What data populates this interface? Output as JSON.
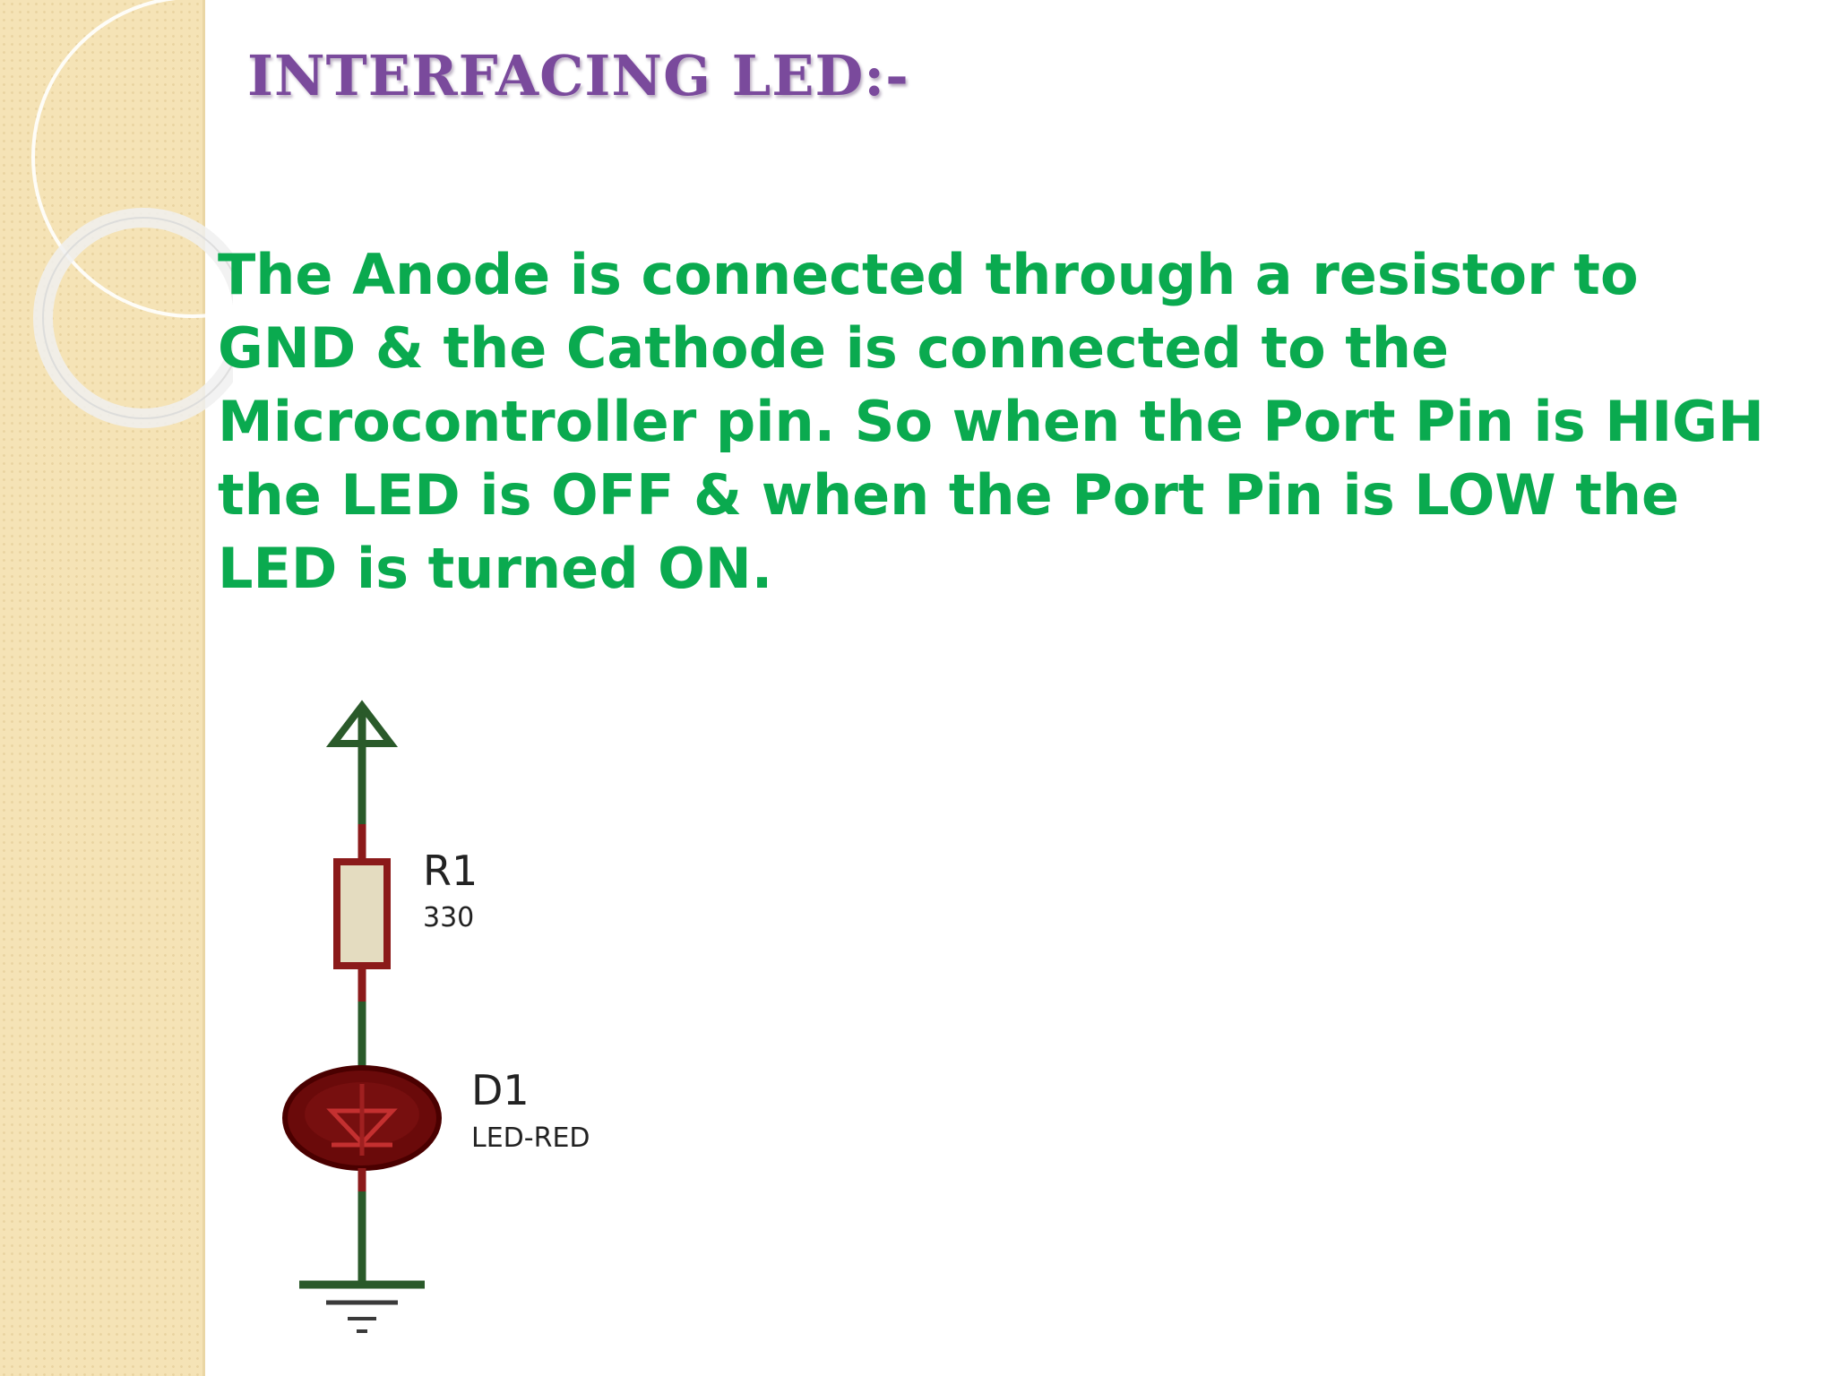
{
  "slide": {
    "title": "INTERFACING  LED:-",
    "body": "The Anode is connected through a resistor to GND & the Cathode is connected to the Microcontroller pin. So when the Port Pin is HIGH the LED is OFF & when the Port Pin is LOW the LED is turned ON."
  },
  "circuit": {
    "resistor": {
      "designator": "R1",
      "value": "330"
    },
    "led": {
      "designator": "D1",
      "value": "LED-RED"
    }
  },
  "colors": {
    "title": "#7a4a9c",
    "body_text": "#0aaa4f",
    "wire_green": "#2a5a2a",
    "wire_red": "#8b1a1a",
    "led_fill": "#6a0a0a",
    "resistor_fill": "#e4dcc0",
    "band": "#f5e3b6"
  },
  "icons": [
    "power-arrow-icon",
    "resistor-icon",
    "led-icon",
    "ground-icon"
  ]
}
